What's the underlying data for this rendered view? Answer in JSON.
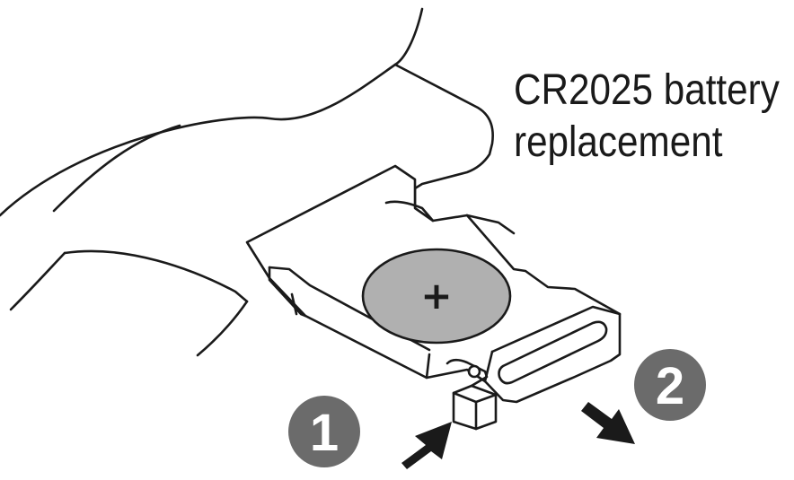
{
  "caption": {
    "line1": "CR2025 battery",
    "line2": "replacement"
  },
  "battery": {
    "polarity_mark": "+"
  },
  "steps": [
    {
      "label": "1"
    },
    {
      "label": "2"
    }
  ],
  "colors": {
    "line": "#1a1a1a",
    "battery_fill": "#b0b0b0",
    "step_badge": "#6b6b6b",
    "step_text": "#ffffff",
    "arrow": "#1a1a1a",
    "background": "#ffffff"
  }
}
